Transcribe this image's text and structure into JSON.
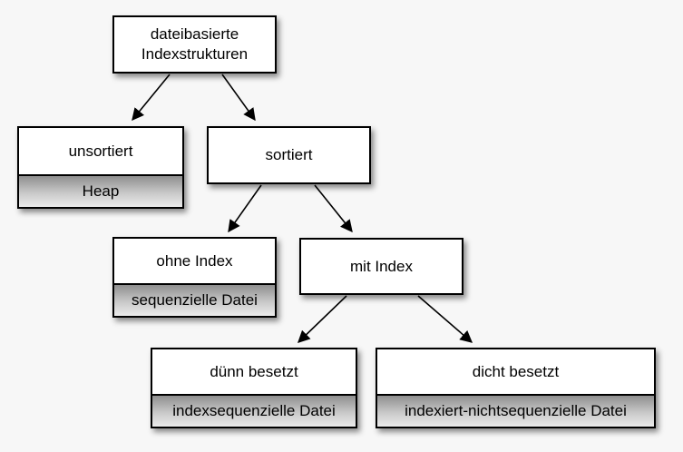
{
  "diagram": {
    "type": "tree",
    "background_color": "#f7f7f7",
    "node_fill_color": "#ffffff",
    "node_border_color": "#000000",
    "sublabel_gradient_top": "#8f8f8f",
    "sublabel_gradient_bottom": "#ebebeb",
    "nodes": {
      "root": {
        "line1": "dateibasierte",
        "line2": "Indexstrukturen"
      },
      "unsorted": {
        "label": "unsortiert",
        "sublabel": "Heap"
      },
      "sorted": {
        "label": "sortiert"
      },
      "no_index": {
        "label": "ohne Index",
        "sublabel": "sequenzielle Datei"
      },
      "with_index": {
        "label": "mit Index"
      },
      "sparse": {
        "label": "dünn besetzt",
        "sublabel": "indexsequenzielle Datei"
      },
      "dense": {
        "label": "dicht besetzt",
        "sublabel": "indexiert-nichtsequenzielle Datei"
      }
    },
    "edges": [
      {
        "from": "root",
        "to": "unsorted"
      },
      {
        "from": "root",
        "to": "sorted"
      },
      {
        "from": "sorted",
        "to": "no_index"
      },
      {
        "from": "sorted",
        "to": "with_index"
      },
      {
        "from": "with_index",
        "to": "sparse"
      },
      {
        "from": "with_index",
        "to": "dense"
      }
    ]
  }
}
